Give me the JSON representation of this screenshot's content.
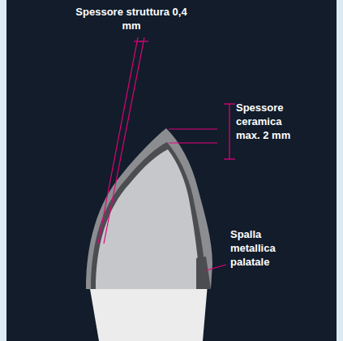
{
  "diagram": {
    "labels": [
      "Spessore struttura 0,4 mm",
      "Spessore ceramica max. 2 mm",
      "Spalla metallica palatale"
    ]
  }
}
